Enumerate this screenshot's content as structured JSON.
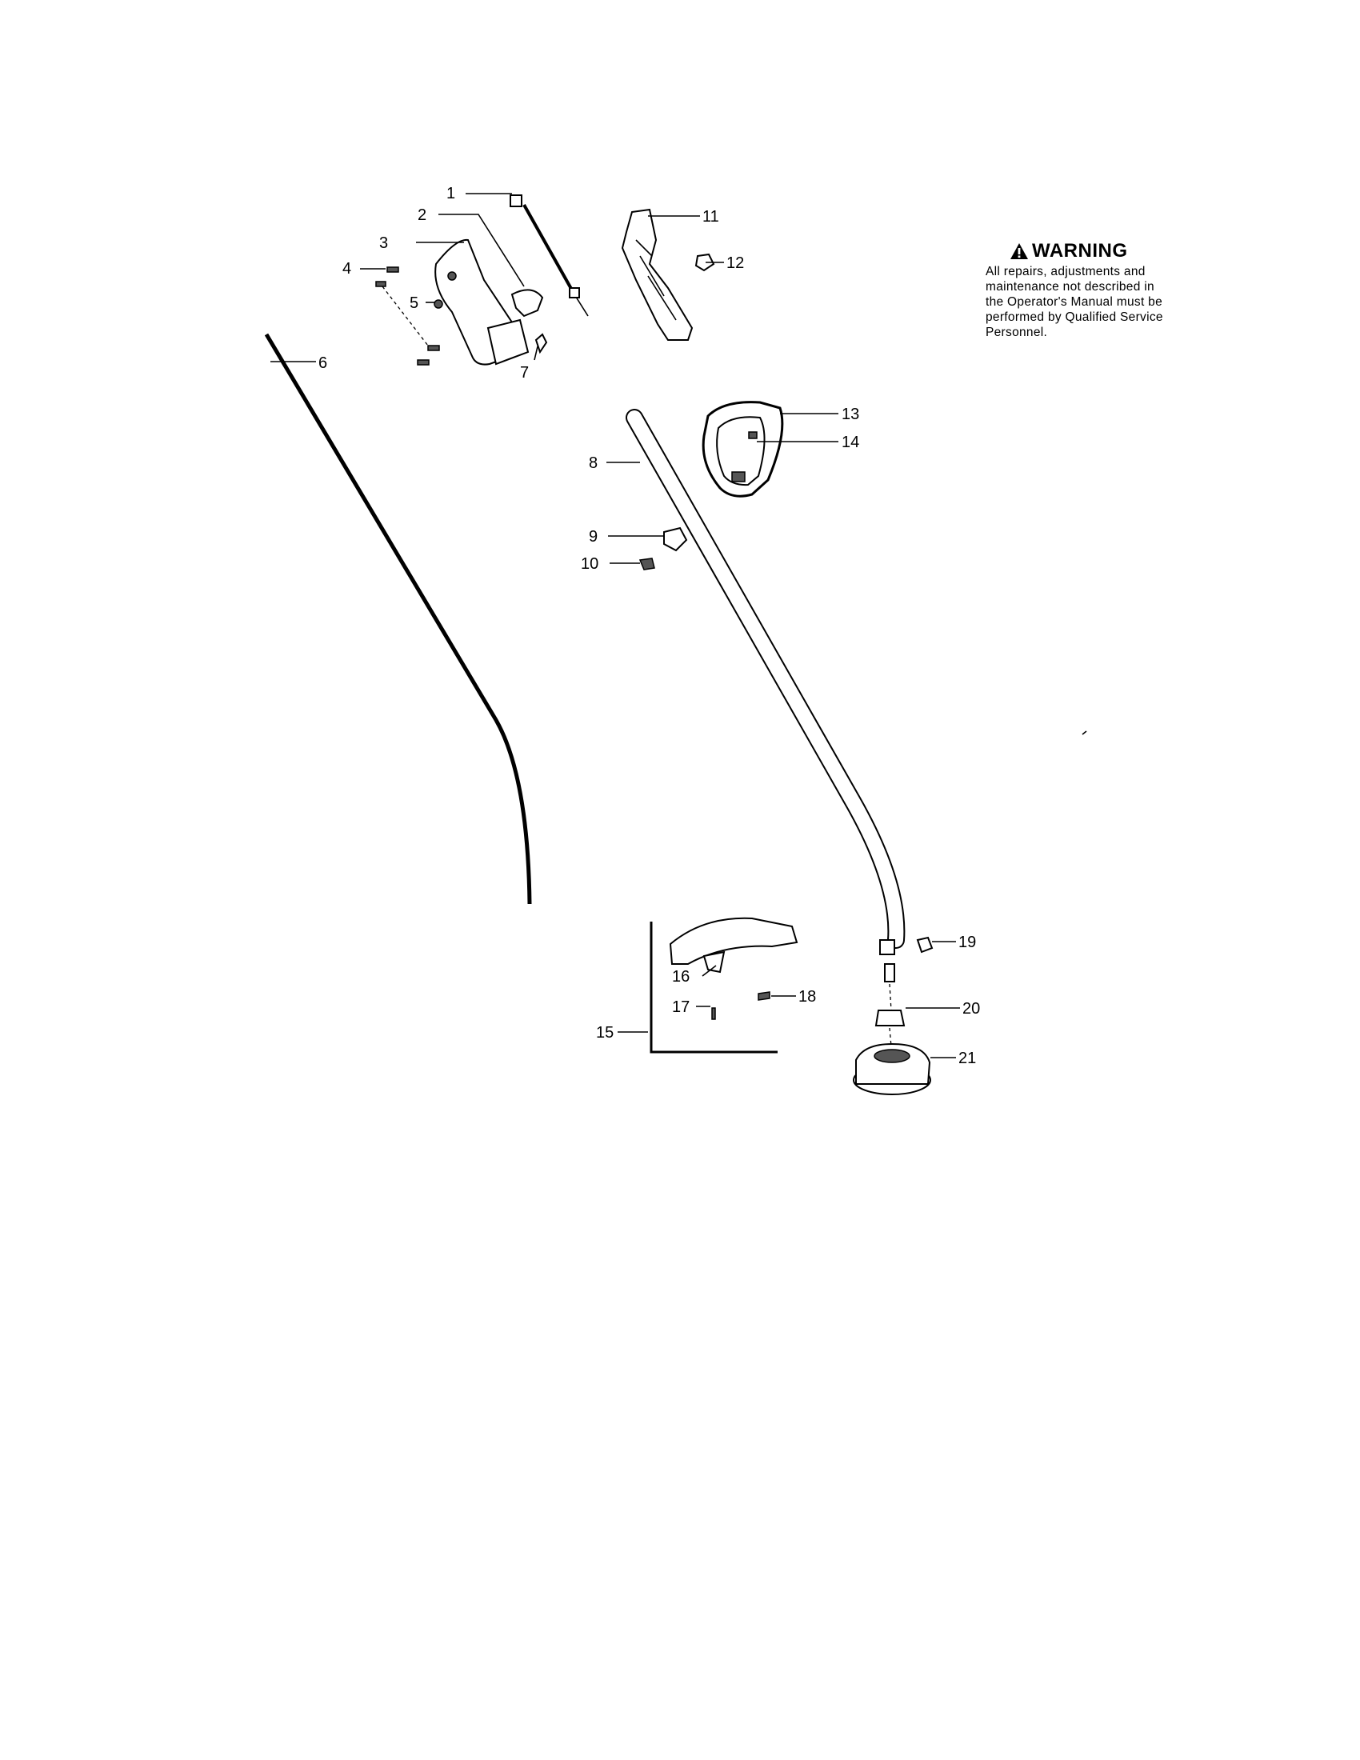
{
  "warning": {
    "title": "WARNING",
    "lines": [
      "All repairs, adjustments and",
      "maintenance not described in",
      "the Operator's Manual must be",
      "performed by Qualified Service",
      "Personnel."
    ]
  },
  "callouts": [
    "1",
    "2",
    "3",
    "4",
    "5",
    "6",
    "7",
    "8",
    "9",
    "10",
    "11",
    "12",
    "13",
    "14",
    "15",
    "16",
    "17",
    "18",
    "19",
    "20",
    "21"
  ]
}
